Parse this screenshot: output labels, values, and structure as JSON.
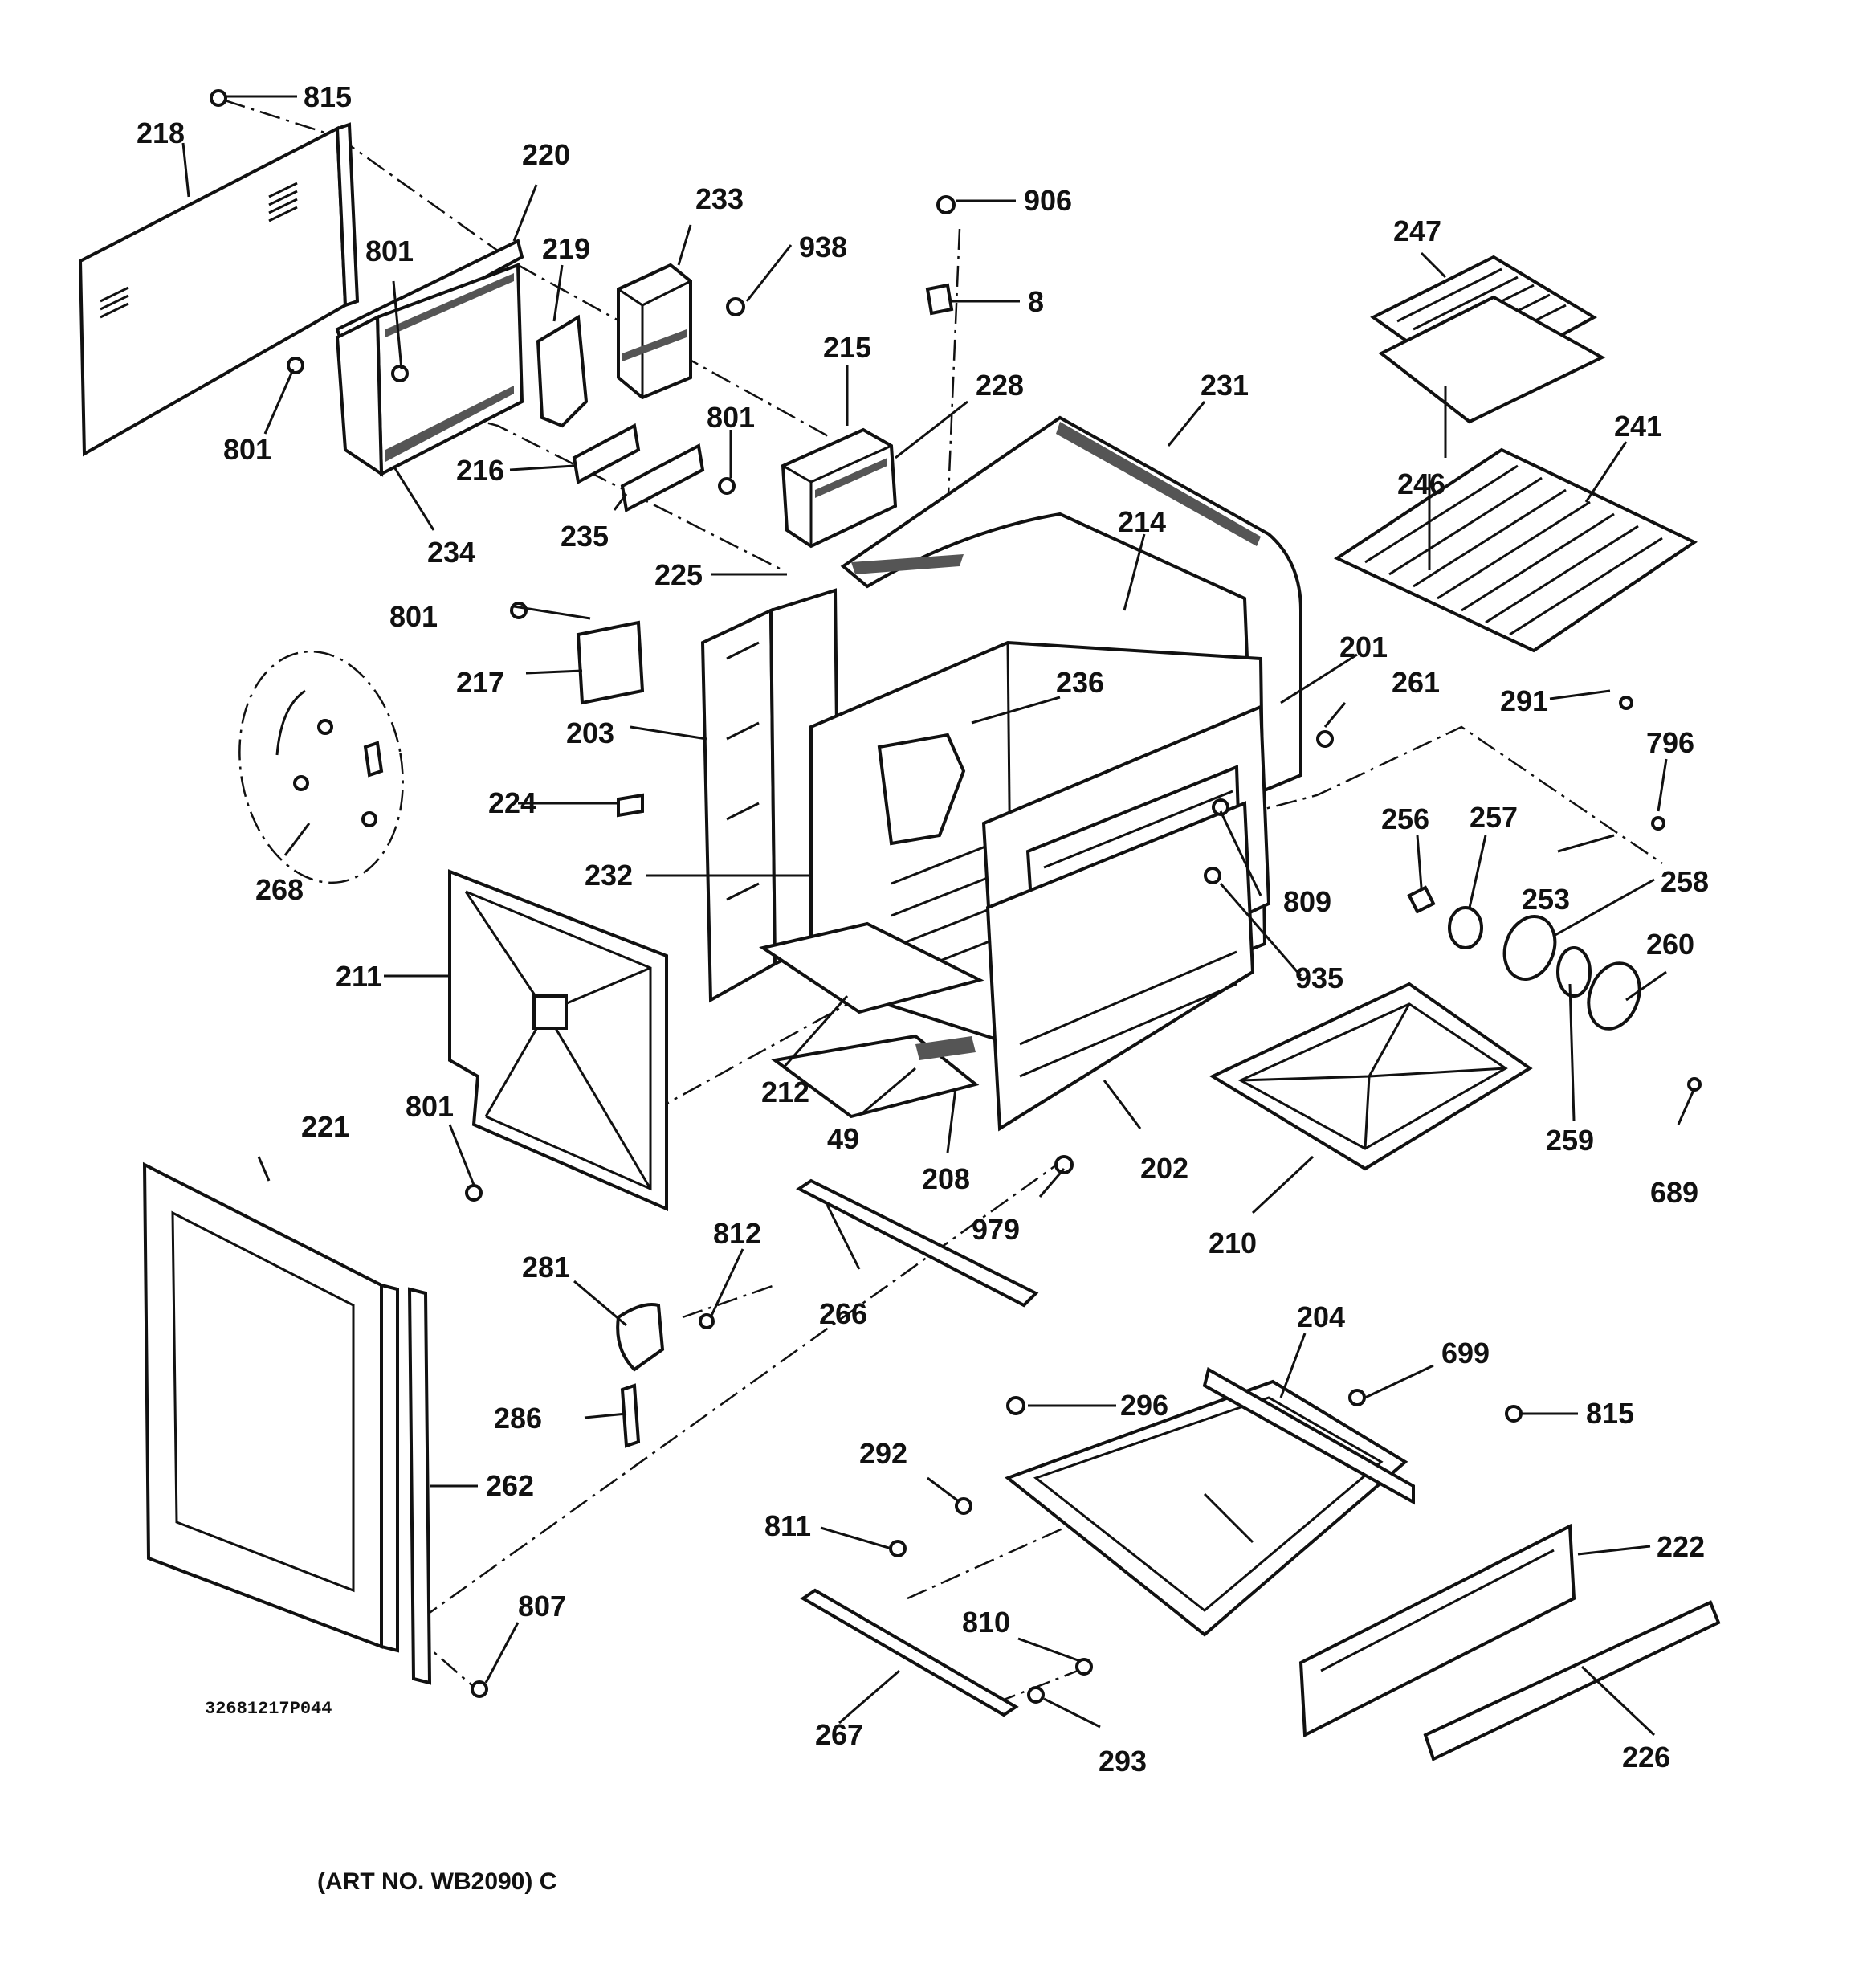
{
  "diagram": {
    "part_labels": [
      "815",
      "218",
      "220",
      "233",
      "906",
      "938",
      "219",
      "801",
      "8",
      "247",
      "215",
      "228",
      "801",
      "231",
      "801",
      "216",
      "241",
      "234",
      "235",
      "246",
      "214",
      "225",
      "801",
      "217",
      "201",
      "236",
      "261",
      "203",
      "291",
      "796",
      "224",
      "256",
      "257",
      "258",
      "253",
      "232",
      "809",
      "268",
      "935",
      "260",
      "211",
      "212",
      "801",
      "49",
      "259",
      "221",
      "208",
      "202",
      "689",
      "979",
      "210",
      "812",
      "281",
      "266",
      "204",
      "699",
      "296",
      "815",
      "286",
      "262",
      "292",
      "222",
      "811",
      "810",
      "807",
      "267",
      "293",
      "226"
    ],
    "drawing_code": "32681217P044",
    "art_number": "(ART NO. WB2090) C"
  }
}
